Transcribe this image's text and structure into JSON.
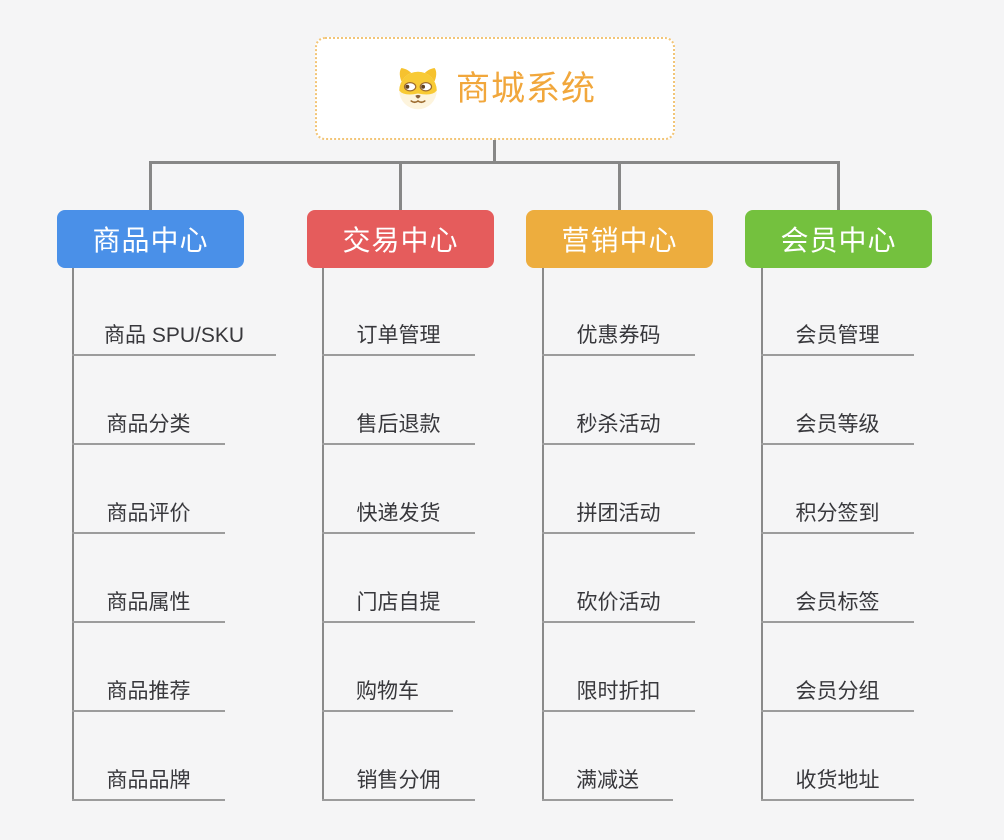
{
  "app": {
    "background_color": "#f5f5f6",
    "connector_color": "#878787",
    "underline_color": "#9c9c9c"
  },
  "root": {
    "title": "商城系统",
    "icon": "dog-face-icon",
    "title_color": "#f1a73c",
    "border_color": "#f2c577"
  },
  "branches": [
    {
      "label": "商品中心",
      "color": "#4a90e8",
      "items": [
        "商品 SPU/SKU",
        "商品分类",
        "商品评价",
        "商品属性",
        "商品推荐",
        "商品品牌"
      ]
    },
    {
      "label": "交易中心",
      "color": "#e55c5c",
      "items": [
        "订单管理",
        "售后退款",
        "快递发货",
        "门店自提",
        "购物车",
        "销售分佣"
      ]
    },
    {
      "label": "营销中心",
      "color": "#edad3e",
      "items": [
        "优惠券码",
        "秒杀活动",
        "拼团活动",
        "砍价活动",
        "限时折扣",
        "满减送"
      ]
    },
    {
      "label": "会员中心",
      "color": "#74c13e",
      "items": [
        "会员管理",
        "会员等级",
        "积分签到",
        "会员标签",
        "会员分组",
        "收货地址"
      ]
    }
  ]
}
